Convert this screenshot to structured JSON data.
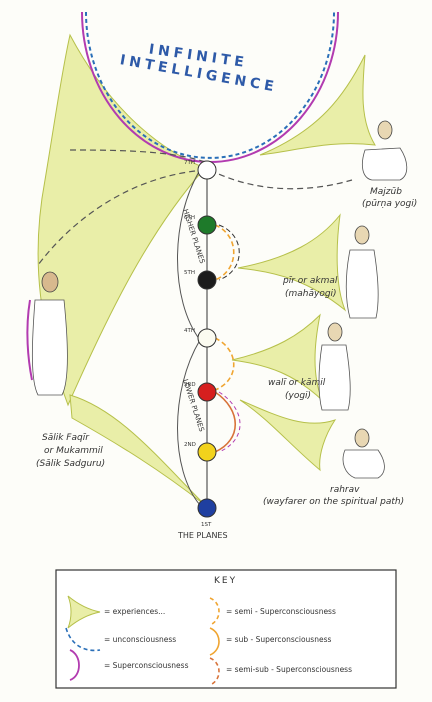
{
  "title": {
    "line1": "INFINITE",
    "line2": "INTELLIGENCE"
  },
  "planes": [
    {
      "label": "1ST",
      "color": "#1f3fa0"
    },
    {
      "label": "2ND",
      "color": "#f2d21c"
    },
    {
      "label": "3RD",
      "color": "#d61f1f"
    },
    {
      "label": "4TH",
      "color": "#fbfbf0"
    },
    {
      "label": "5TH",
      "color": "#1c1c1c"
    },
    {
      "label": "6TH",
      "color": "#1e7a2a"
    },
    {
      "label": "7TH",
      "color": "#ffffff"
    }
  ],
  "planes_caption": "THE PLANES",
  "vertical_labels": {
    "higher": "HIGHER PLANES",
    "lower": "LOWER PLANES"
  },
  "figures": {
    "majzub": {
      "line1": "Majzūb",
      "line2": "(pūrṇa yogi)"
    },
    "pir": {
      "line1": "pīr or akmal",
      "line2": "(mahāyogi)"
    },
    "wali": {
      "line1": "walī or kāmil",
      "line2": "(yogi)"
    },
    "rahrav": {
      "line1": "rahrav",
      "line2": "(wayfarer on the spiritual path)"
    },
    "salik": {
      "line1": "Sālik Faqīr",
      "line2": "or Mukammil",
      "line3": "(Sālik Sadguru)"
    }
  },
  "key": {
    "title": "KEY",
    "items_left": [
      "= experiences...",
      "= unconsciousness",
      "= Superconsciousness"
    ],
    "items_right": [
      "= semi - Superconsciousness",
      "= sub - Superconsciousness",
      "= semi-sub - Superconsciousness"
    ]
  },
  "colors": {
    "experience_fill": "#e6ec9a",
    "experience_stroke": "#b6c04a",
    "unconscious": "#2a6fb8",
    "superconscious_purple": "#b23bb0",
    "semi_orange": "#f0a531",
    "dashed_line": "#555555"
  }
}
